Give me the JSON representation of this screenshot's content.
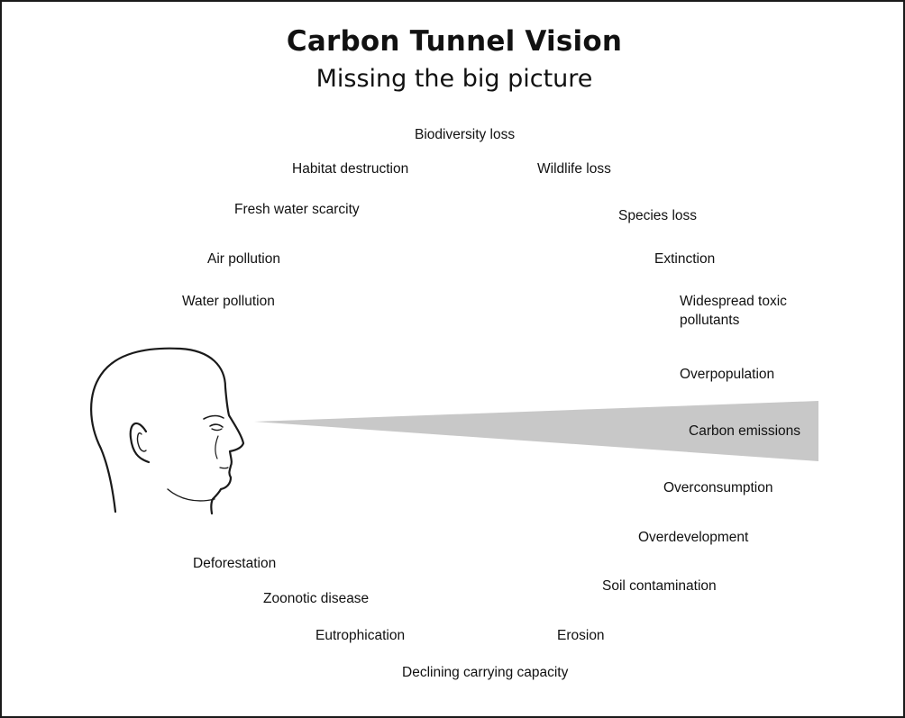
{
  "title": "Carbon Tunnel Vision",
  "subtitle": "Missing the big picture",
  "terms": {
    "biodiversity_loss": "Biodiversity loss",
    "habitat_destruction": "Habitat destruction",
    "wildlife_loss": "Wildlife loss",
    "fresh_water_scarcity": "Fresh water scarcity",
    "species_loss": "Species loss",
    "air_pollution": "Air pollution",
    "extinction": "Extinction",
    "water_pollution": "Water pollution",
    "widespread_toxic_pollutants": "Widespread toxic pollutants",
    "overpopulation": "Overpopulation",
    "carbon_emissions": "Carbon emissions",
    "overconsumption": "Overconsumption",
    "overdevelopment": "Overdevelopment",
    "deforestation": "Deforestation",
    "soil_contamination": "Soil contamination",
    "zoonotic_disease": "Zoonotic disease",
    "eutrophication": "Eutrophication",
    "erosion": "Erosion",
    "declining_carrying_capacity": "Declining carrying capacity"
  },
  "colors": {
    "vision_cone": "#c8c8c8",
    "text": "#111111",
    "outline": "#1a1a1a"
  },
  "icons": {
    "head": "human-head-profile-icon"
  }
}
